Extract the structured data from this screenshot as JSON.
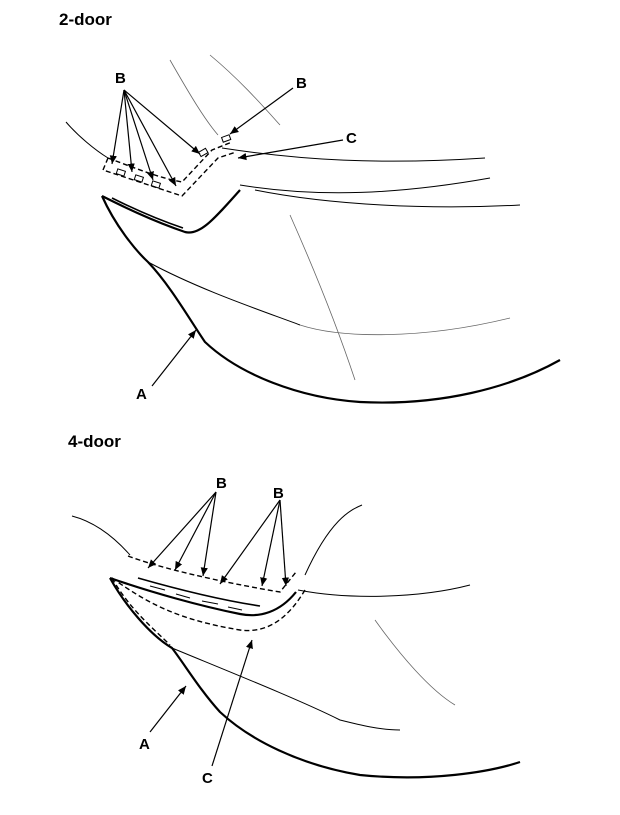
{
  "headings": {
    "two_door": "2-door",
    "four_door": "4-door"
  },
  "labels": {
    "clip": "B",
    "bumper": "A",
    "side": "C"
  }
}
